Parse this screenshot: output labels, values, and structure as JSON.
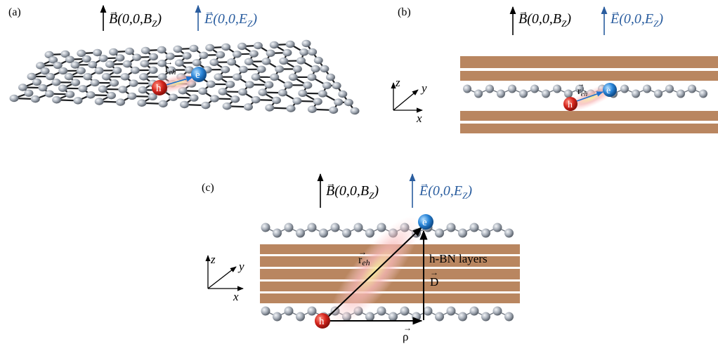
{
  "panels": {
    "a": {
      "label": "(a)",
      "field_b": "B(0,0,B",
      "field_b_sub": "Z",
      "field_e": "E(0,0,E",
      "field_e_sub": "Z",
      "close": ")",
      "r_label": "r",
      "r_sub": "eh",
      "hole": "h",
      "electron": "e"
    },
    "b": {
      "label": "(b)",
      "field_b": "B(0,0,B",
      "field_b_sub": "Z",
      "field_e": "E(0,0,E",
      "field_e_sub": "Z",
      "close": ")",
      "axis_x": "x",
      "axis_y": "y",
      "axis_z": "z",
      "r_label": "r",
      "r_sub": "eh",
      "hole": "h",
      "electron": "e"
    },
    "c": {
      "label": "(c)",
      "field_b": "B(0,0,B",
      "field_b_sub": "Z",
      "field_e": "E(0,0,E",
      "field_e_sub": "Z",
      "close": ")",
      "axis_x": "x",
      "axis_y": "y",
      "axis_z": "z",
      "r_label": "r",
      "r_sub": "eh",
      "layers_label": "h-BN layers",
      "d_label": "D",
      "rho_label": "ρ",
      "hole": "h",
      "electron": "e"
    }
  },
  "colors": {
    "hbn": "#b98660",
    "atom": "#a9b0ba",
    "hole": "#d7261e",
    "electron": "#2b86d9",
    "e_field": "#2a5d9f"
  }
}
